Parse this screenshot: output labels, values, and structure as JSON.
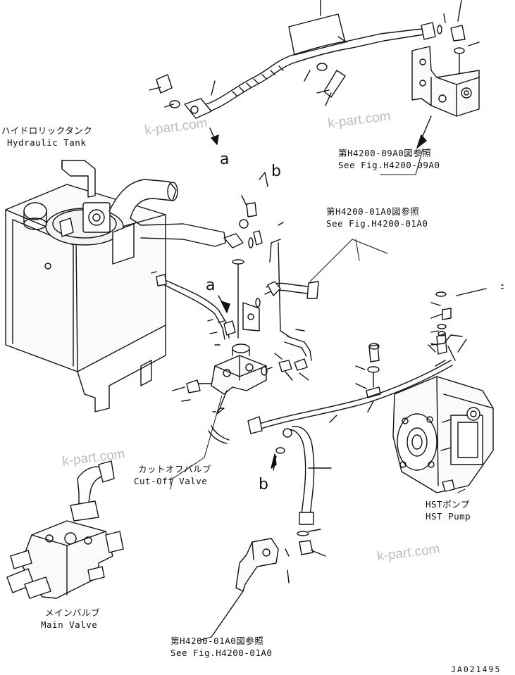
{
  "labels": {
    "hydraulic_tank": {
      "jp": "ハイドロリックタンク",
      "en": "Hydraulic Tank"
    },
    "ref_09a0": {
      "jp": "第H4200-09A0図参照",
      "en": "See Fig.H4200-09A0"
    },
    "ref_01a0_top": {
      "jp": "第H4200-01A0図参照",
      "en": "See Fig.H4200-01A0"
    },
    "cut_off_valve": {
      "jp": "カットオフバルブ",
      "en": "Cut-Off Valve"
    },
    "hst_pump": {
      "jp": "HSTポンプ",
      "en": "HST Pump"
    },
    "main_valve": {
      "jp": "メインバルブ",
      "en": "Main Valve"
    },
    "ref_01a0_bottom": {
      "jp": "第H4200-01A0図参照",
      "en": "See Fig.H4200-01A0"
    }
  },
  "connection_marks": {
    "a_top": "a",
    "a_mid": "a",
    "b_top": "b",
    "b_bottom": "b"
  },
  "watermark": "k-part.com",
  "drawing_code": "JA021495"
}
